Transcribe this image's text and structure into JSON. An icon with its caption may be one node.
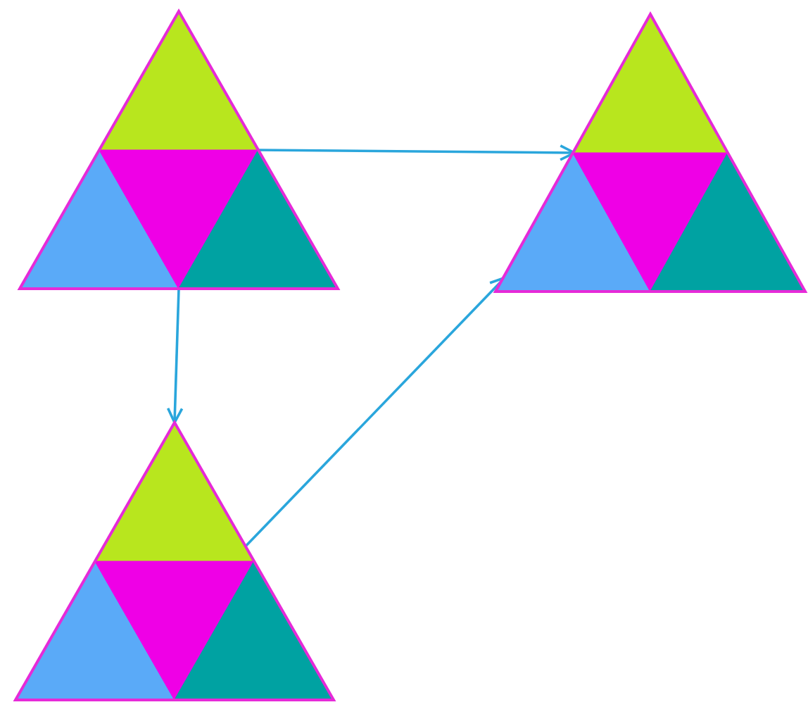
{
  "diagram": {
    "nodes": [
      {
        "text": [],
        "shape": "triangle"
      },
      {
        "text": [],
        "shape": "triangle"
      },
      {
        "text": [],
        "shape": "triangle"
      }
    ],
    "edges": [
      {
        "from": 0,
        "to": 1,
        "arrow": "to"
      },
      {
        "from": 0,
        "to": 2,
        "arrow": "to"
      },
      {
        "from": 2,
        "to": 1,
        "arrow": "to"
      }
    ]
  }
}
